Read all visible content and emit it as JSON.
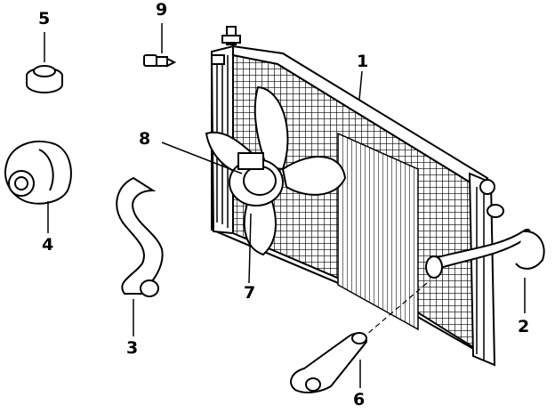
{
  "callouts": [
    {
      "id": "1",
      "label": "1",
      "part": "radiator"
    },
    {
      "id": "2",
      "label": "2",
      "part": "upper-hose"
    },
    {
      "id": "3",
      "label": "3",
      "part": "lower-hose"
    },
    {
      "id": "4",
      "label": "4",
      "part": "water-pump"
    },
    {
      "id": "5",
      "label": "5",
      "part": "thermostat"
    },
    {
      "id": "6",
      "label": "6",
      "part": "thermostat-housing"
    },
    {
      "id": "7",
      "label": "7",
      "part": "fan-blade"
    },
    {
      "id": "8",
      "label": "8",
      "part": "fan-motor"
    },
    {
      "id": "9",
      "label": "9",
      "part": "temperature-sensor"
    }
  ],
  "colors": {
    "ink": "#000000",
    "paper": "#ffffff",
    "shade": "#e6e6e6"
  }
}
